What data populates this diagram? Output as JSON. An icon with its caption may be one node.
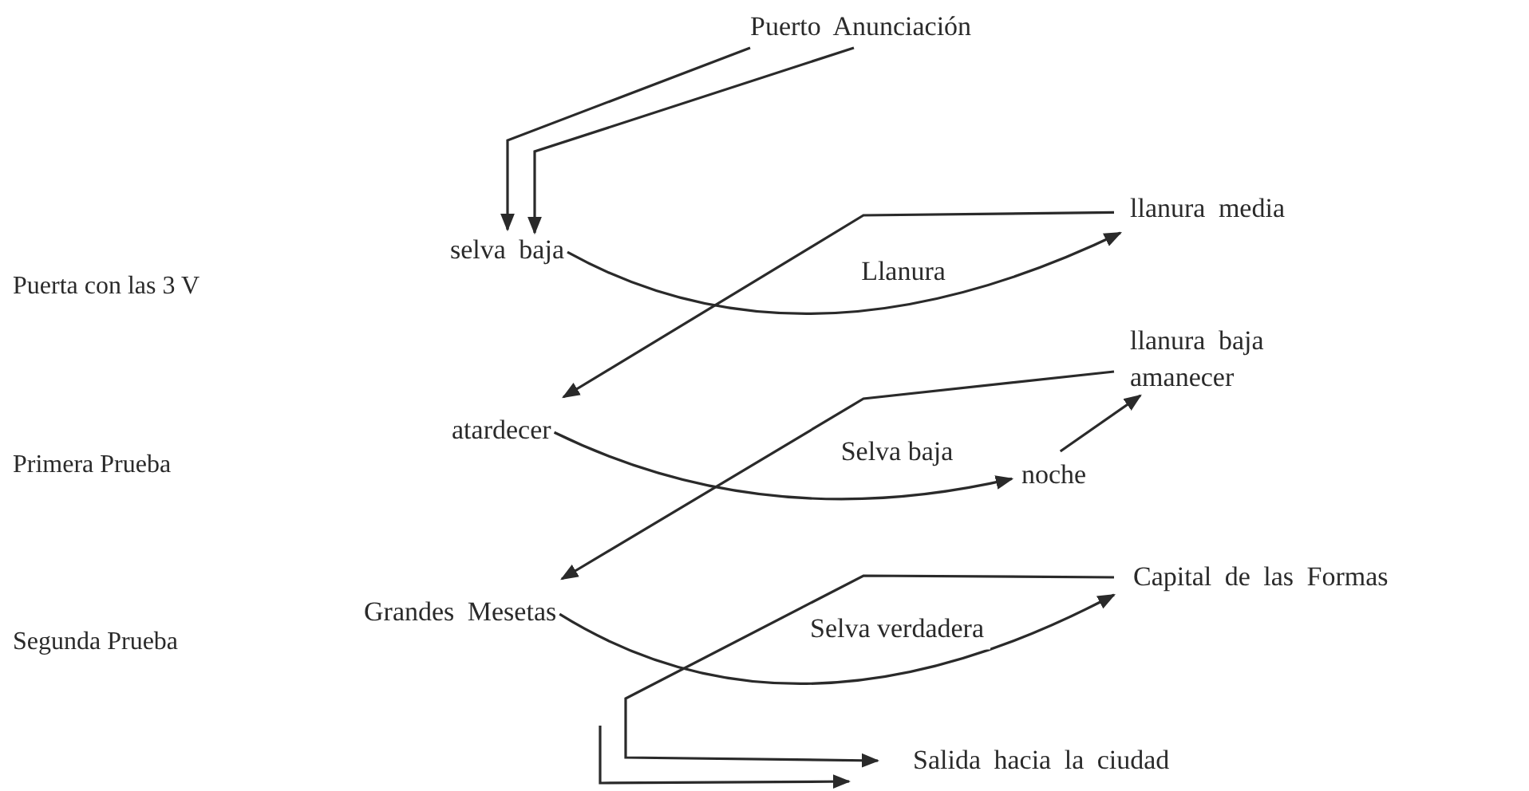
{
  "diagram": {
    "nodes": [
      {
        "text": [
          "Puerto Anunciación"
        ]
      },
      {
        "text": [
          "selva baja"
        ]
      },
      {
        "text": [
          "llanura media"
        ]
      },
      {
        "text": [
          "llanura baja"
        ]
      },
      {
        "text": [
          "amanecer"
        ]
      },
      {
        "text": [
          "atardecer"
        ]
      },
      {
        "text": [
          "noche"
        ]
      },
      {
        "text": [
          "Grandes Mesetas"
        ]
      },
      {
        "text": [
          "Capital de las Formas"
        ]
      },
      {
        "text": [
          "Salida hacia la ciudad"
        ]
      }
    ],
    "edges": [
      {
        "from": 0,
        "to": 1,
        "arrow": "to"
      },
      {
        "from": 0,
        "to": 1,
        "arrow": "to"
      },
      {
        "from": 1,
        "to": 2,
        "arrow": "to",
        "label": "Llanura"
      },
      {
        "from": 2,
        "to": 5,
        "arrow": "to"
      },
      {
        "from": 5,
        "to": 6,
        "arrow": "to",
        "label": "Selva baja"
      },
      {
        "from": 6,
        "to": 4,
        "arrow": "to"
      },
      {
        "from": 3,
        "to": 7,
        "arrow": "to"
      },
      {
        "from": 7,
        "to": 8,
        "arrow": "to",
        "label": "Selva verdadera"
      },
      {
        "from": 8,
        "to": 9,
        "arrow": "to"
      },
      {
        "from": null,
        "to": 9,
        "arrow": "to"
      }
    ],
    "labels": [
      "Puerta con las 3 V",
      "Primera Prueba",
      "Segunda Prueba"
    ]
  }
}
